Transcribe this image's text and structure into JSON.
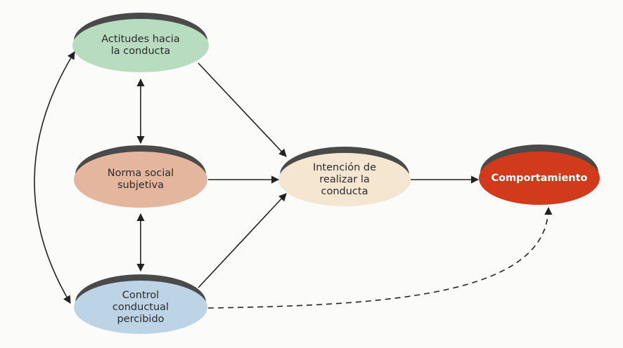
{
  "nodes": {
    "attitudes": {
      "lines": [
        "Actitudes hacia",
        "la conducta"
      ],
      "fill": "#b8dcc0"
    },
    "norm": {
      "lines": [
        "Norma social",
        "subjetiva"
      ],
      "fill": "#e5b69e"
    },
    "control": {
      "lines": [
        "Control",
        "conductual",
        "percibido"
      ],
      "fill": "#bcd4e6"
    },
    "intention": {
      "lines": [
        "Intención de",
        "realizar la",
        "conducta"
      ],
      "fill": "#f4e6d0"
    },
    "behavior": {
      "lines": [
        "Comportamiento"
      ],
      "fill": "#d23a1c"
    }
  },
  "colors": {
    "edge": "#222222",
    "shadow": "#444444",
    "background": "#fbfbf9"
  }
}
